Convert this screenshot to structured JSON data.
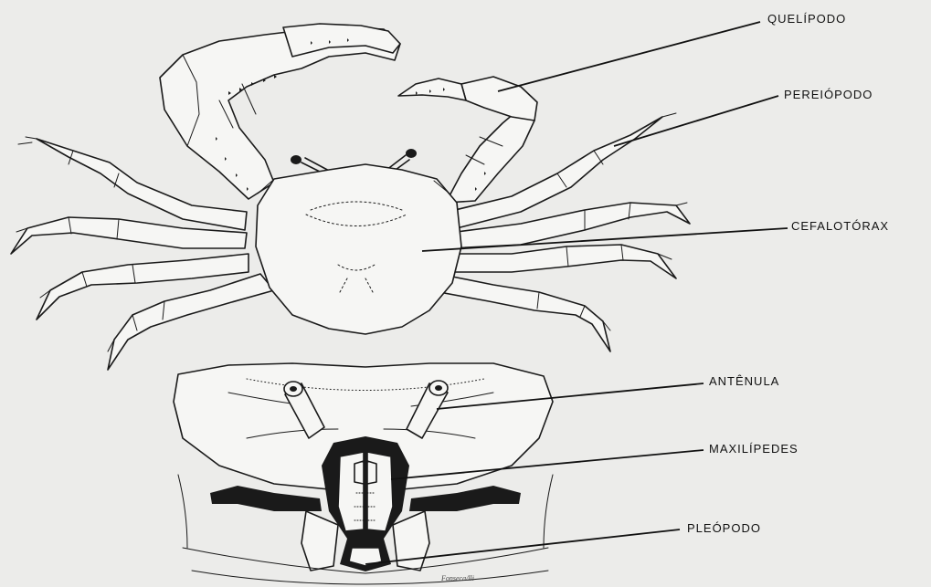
{
  "labels": {
    "quelipodo": "QUELÍPODO",
    "pereiopodo": "PEREIÓPODO",
    "cefalotorax": "CEFALOTÓRAX",
    "antenula": "ANTÊNULA",
    "maxilipedes": "MAXILÍPEDES",
    "pleopodo": "PLEÓPODO"
  },
  "signature": "Fonseca/lli",
  "colors": {
    "background": "#ececea",
    "ink": "#1a1a1a"
  }
}
